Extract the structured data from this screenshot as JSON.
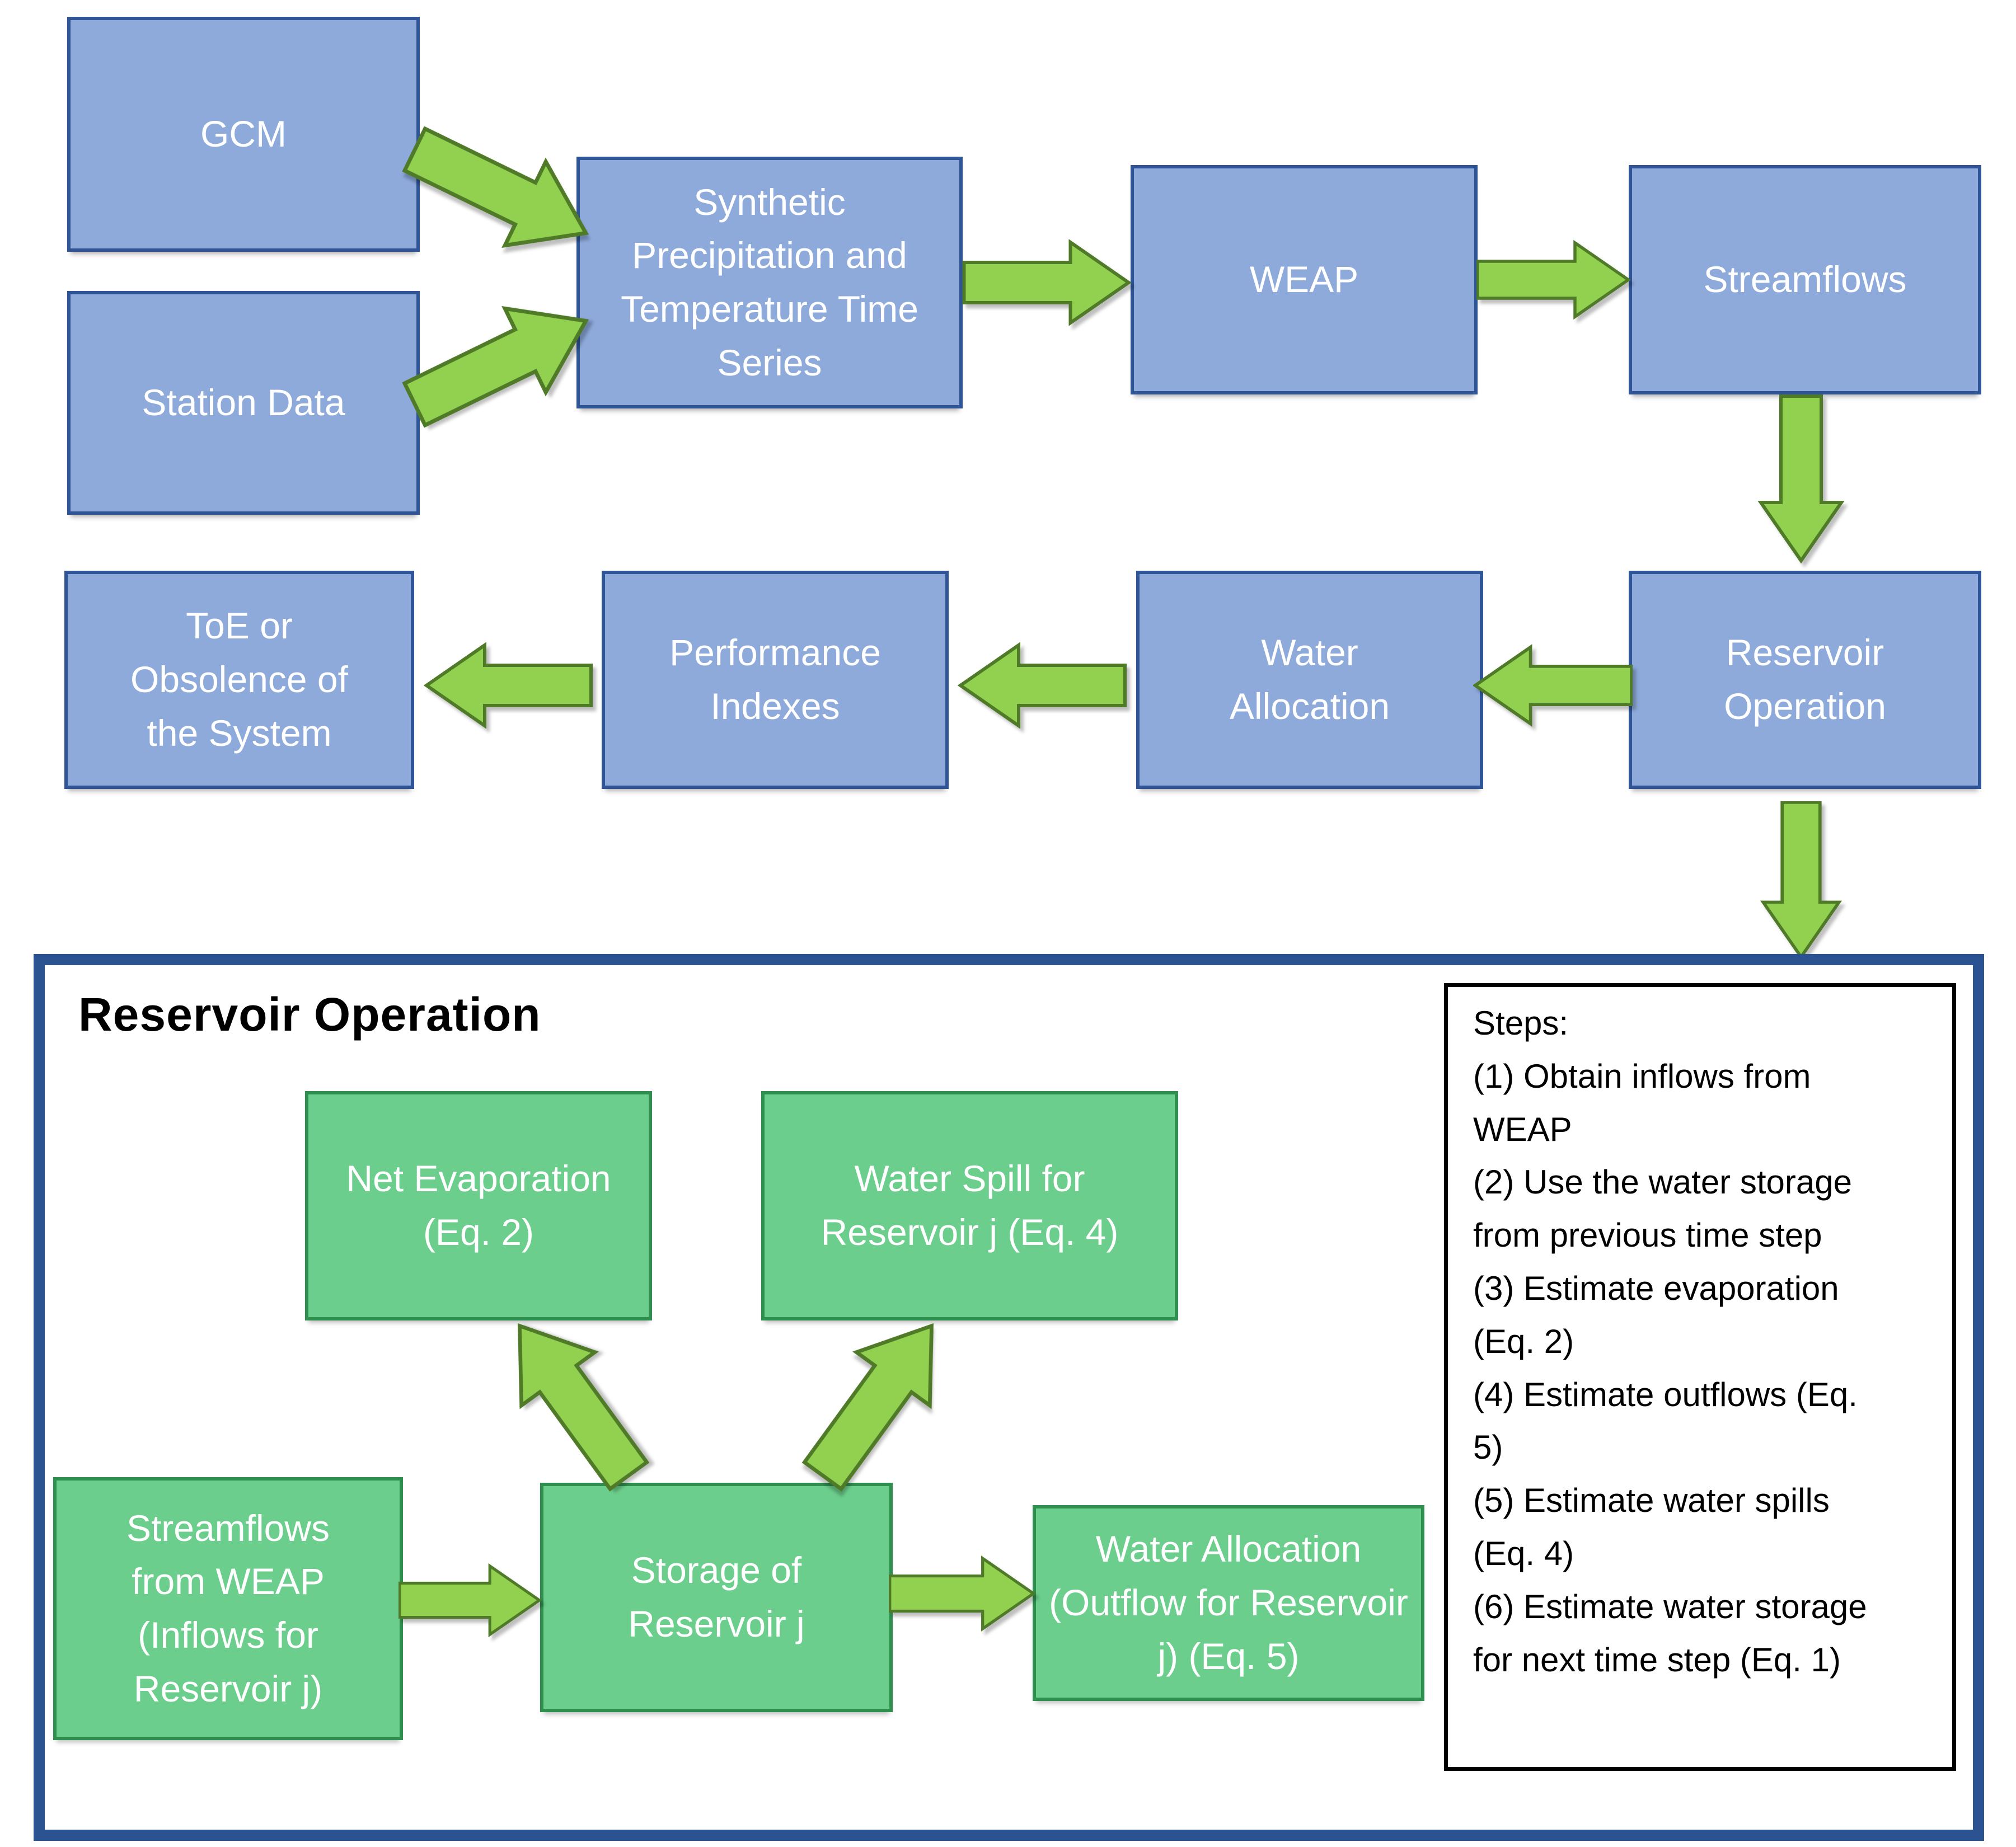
{
  "nodes": {
    "gcm": "GCM",
    "station_data": "Station Data",
    "synthetic": "Synthetic Precipitation and Temperature Time Series",
    "weap": "WEAP",
    "streamflows": "Streamflows",
    "reservoir_operation": "Reservoir Operation",
    "water_allocation": "Water Allocation",
    "performance_indexes": "Performance Indexes",
    "toe": "ToE or Obsolence of the System"
  },
  "panel": {
    "title": "Reservoir Operation",
    "nodes": {
      "net_evaporation": "Net Evaporation (Eq. 2)",
      "water_spill": "Water Spill for Reservoir j (Eq. 4)",
      "streamflows_weap": "Streamflows from WEAP (Inflows for Reservoir j)",
      "storage": "Storage of Reservoir j",
      "water_allocation_outflow": "Water Allocation (Outflow for Reservoir j) (Eq. 5)"
    },
    "steps": {
      "heading": "Steps:",
      "items": [
        "(1) Obtain inflows from WEAP",
        "(2) Use the water storage from previous time step",
        "(3) Estimate evaporation (Eq. 2)",
        "(4) Estimate outflows (Eq. 5)",
        "(5) Estimate water spills (Eq. 4)",
        "(6) Estimate water storage for next time step (Eq. 1)"
      ]
    }
  },
  "colors": {
    "blue_box_fill": "#8EAADB",
    "blue_box_border": "#2F5597",
    "green_box_fill": "#6CCE8C",
    "green_box_border": "#2F8F4F",
    "arrow_fill": "#92D050",
    "arrow_outline": "#4F7A28",
    "panel_border": "#2B5291",
    "steps_border": "#000000",
    "box_text": "#FFFFFF",
    "title_text": "#000000"
  }
}
